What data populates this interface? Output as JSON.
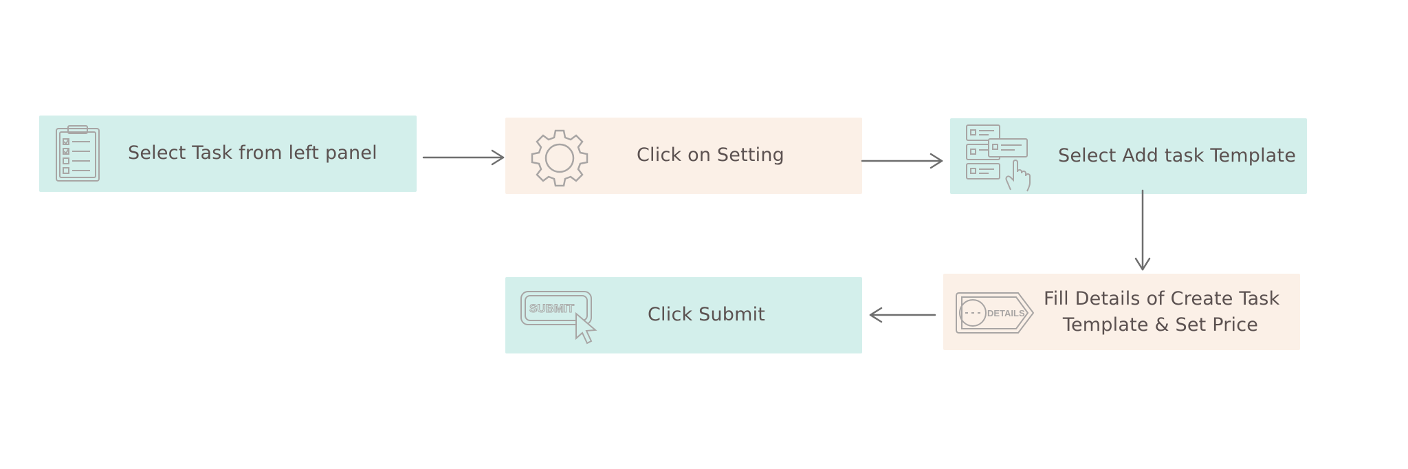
{
  "steps": [
    {
      "label": "Select Task from left panel",
      "icon": "clipboard-checklist-icon",
      "style": "teal"
    },
    {
      "label": "Click on Setting",
      "icon": "gear-icon",
      "style": "peach"
    },
    {
      "label": "Select Add task Template",
      "icon": "template-list-hand-icon",
      "style": "teal"
    },
    {
      "label_line1": "Fill Details of Create Task",
      "label_line2": "Template & Set Price",
      "icon": "details-tag-icon",
      "style": "peach",
      "icon_text": "DETAILS"
    },
    {
      "label": "Click Submit",
      "icon": "submit-button-cursor-icon",
      "style": "teal",
      "icon_text": "SUBMIT"
    }
  ],
  "colors": {
    "teal_box": "#d3efeb",
    "peach_box": "#fbf0e7",
    "text": "#5b5150",
    "icon_stroke": "#a8a5a4",
    "arrow": "#6e6e6e"
  }
}
